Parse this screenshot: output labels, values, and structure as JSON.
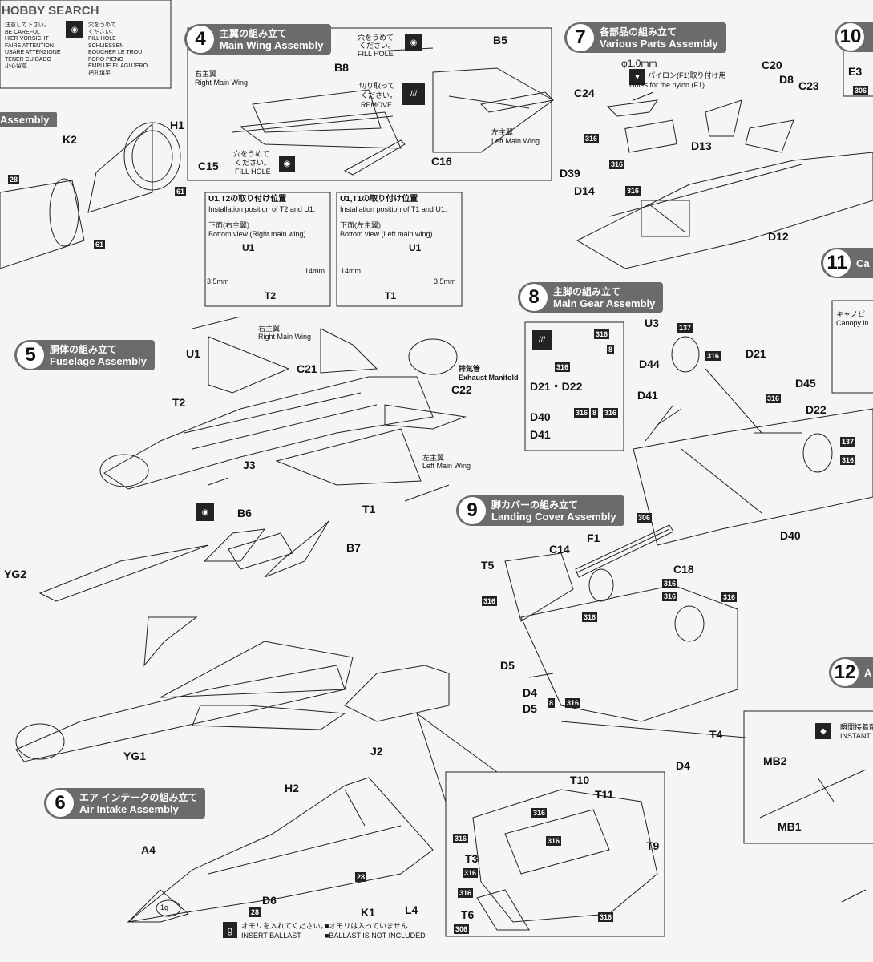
{
  "watermark": "HOBBY SEARCH",
  "legend": {
    "care_lines": [
      "注意して下さい。",
      "BE CAREFUL",
      "HIER VORSICHT",
      "FAIRE ATTENTION",
      "USARE ATTENZIONE",
      "TENER CUIDADO",
      "小心留意"
    ],
    "fill_lines": [
      "穴をうめて",
      "ください。",
      "FILL HOLE",
      "SCHLIESSEN",
      "BOUCHER LE TROU",
      "FORO PIENO",
      "EMPUJE EL AGUJERO",
      "把孔填平"
    ]
  },
  "steps": {
    "s4": {
      "num": "4",
      "jp": "主翼の組み立て",
      "en": "Main Wing Assembly"
    },
    "s5": {
      "num": "5",
      "jp": "胴体の組み立て",
      "en": "Fuselage Assembly"
    },
    "s6": {
      "num": "6",
      "jp": "エア インテークの組み立て",
      "en": "Air Intake Assembly"
    },
    "s7": {
      "num": "7",
      "jp": "各部品の組み立て",
      "en": "Various Parts Assembly"
    },
    "s8": {
      "num": "8",
      "jp": "主脚の組み立て",
      "en": "Main Gear Assembly"
    },
    "s9": {
      "num": "9",
      "jp": "脚カバーの組み立て",
      "en": "Landing Cover Assembly"
    },
    "s10": {
      "num": "10"
    },
    "s11": {
      "num": "11",
      "en": "Ca"
    },
    "s12": {
      "num": "12",
      "en": "A"
    },
    "s3_tail": "Assembly"
  },
  "notes": {
    "fill_hole_jp1": "穴をうめて",
    "fill_hole_jp2": "ください。",
    "fill_hole_en": "FILL HOLE",
    "cut_jp1": "切り取って",
    "cut_jp2": "ください。",
    "cut_en": "REMOVE",
    "right_wing_jp": "右主翼",
    "right_wing_en": "Right Main Wing",
    "left_wing_jp": "左主翼",
    "left_wing_en": "Left Main Wing",
    "diameter": "φ1.0mm",
    "pylon_jp": "パイロン(F1)取り付け用",
    "pylon_en": "Holes for the pylon (F1)",
    "exhaust_jp": "排気管",
    "exhaust_en": "Exhaust Manifold",
    "canopy_jp": "キャノピ",
    "canopy_en": "Canopy in",
    "instant_jp": "瞬間接着剤",
    "instant_en": "INSTANT",
    "ballast_jp": "オモリを入れてください。",
    "ballast_en": "INSERT BALLAST",
    "ballast_note_jp": "■オモリは入っていません",
    "ballast_note_en": "■BALLAST IS NOT INCLUDED",
    "ballast_weight": "1g",
    "ballast_icon": "g"
  },
  "inset_right": {
    "title_jp": "U1,T2の取り付け位置",
    "title_en": "Installation position of T2 and U1.",
    "view_jp": "下面(右主翼)",
    "view_en": "Bottom view (Right main wing)",
    "part_top": "U1",
    "part_bottom": "T2",
    "dim_a": "3.5mm",
    "dim_b": "14mm"
  },
  "inset_left": {
    "title_jp": "U1,T1の取り付け位置",
    "title_en": "Installation position of T1 and U1.",
    "view_jp": "下面(左主翼)",
    "view_en": "Bottom view (Left main wing)",
    "part_top": "U1",
    "part_bottom": "T1",
    "dim_a": "14mm",
    "dim_b": "3.5mm"
  },
  "gear_box": {
    "row1": "D21・D22",
    "row2a": "D40",
    "row2b": "D41"
  },
  "d4d5": {
    "a": "D4",
    "b": "D5"
  },
  "parts": [
    "K2",
    "H1",
    "B8",
    "B5",
    "C15",
    "C16",
    "C24",
    "C20",
    "D8",
    "C23",
    "D13",
    "D39",
    "D14",
    "D12",
    "E3",
    "U1",
    "T2",
    "C21",
    "C22",
    "J3",
    "T1",
    "U3",
    "D44",
    "D21",
    "D41",
    "D45",
    "D22",
    "D40",
    "B6",
    "B7",
    "YG2",
    "YG1",
    "F1",
    "T5",
    "C14",
    "C18",
    "D5",
    "T4",
    "D4",
    "MB2",
    "MB1",
    "H2",
    "J2",
    "A4",
    "D6",
    "K1",
    "L4",
    "T10",
    "T11",
    "T3",
    "T9",
    "T6"
  ],
  "codes": {
    "c28": "28",
    "c61": "61",
    "c316": "316",
    "c8": "8",
    "c137": "137",
    "c306": "306"
  }
}
